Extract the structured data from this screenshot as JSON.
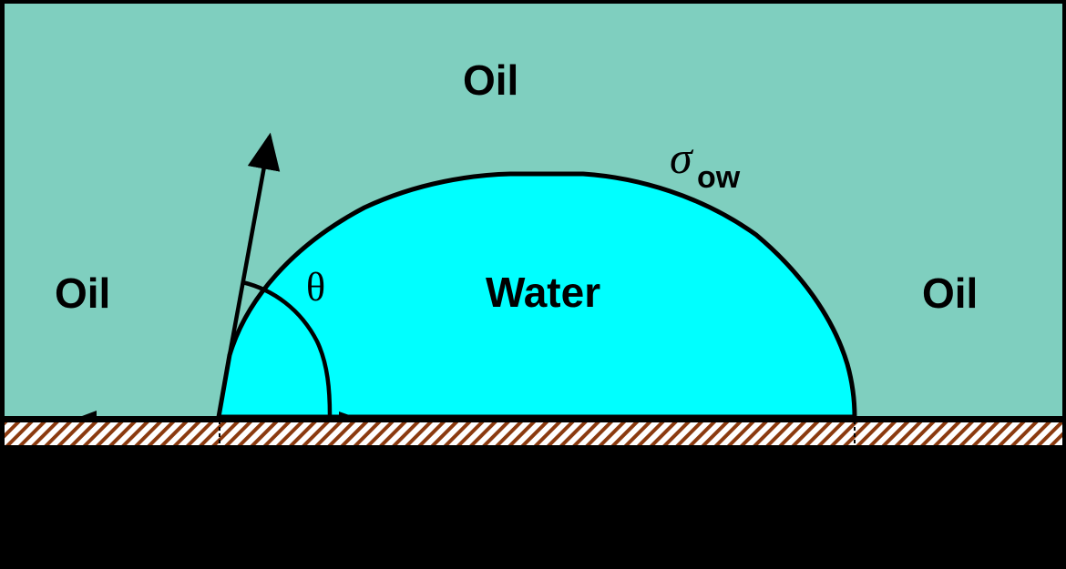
{
  "labels": {
    "oil_top": "Oil",
    "oil_left": "Oil",
    "oil_right": "Oil",
    "water": "Water",
    "theta": "θ",
    "sigma": "σ",
    "sigma_sub": "ow"
  },
  "colors": {
    "oil": "#7fcfbf",
    "water": "#00ffff",
    "substrate_hatch": "#8b3a0f",
    "outline": "#000000"
  }
}
